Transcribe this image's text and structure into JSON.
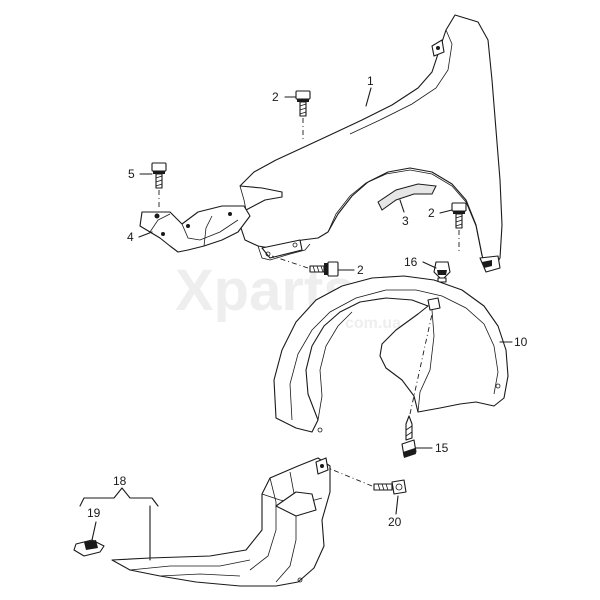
{
  "watermark": {
    "main": "Xparts",
    "sub": "com.ua"
  },
  "callouts": {
    "c1": "1",
    "c2a": "2",
    "c2b": "2",
    "c2c": "2",
    "c3": "3",
    "c4": "4",
    "c5": "5",
    "c10": "10",
    "c15": "15",
    "c16": "16",
    "c18": "18",
    "c19": "19",
    "c20": "20"
  }
}
